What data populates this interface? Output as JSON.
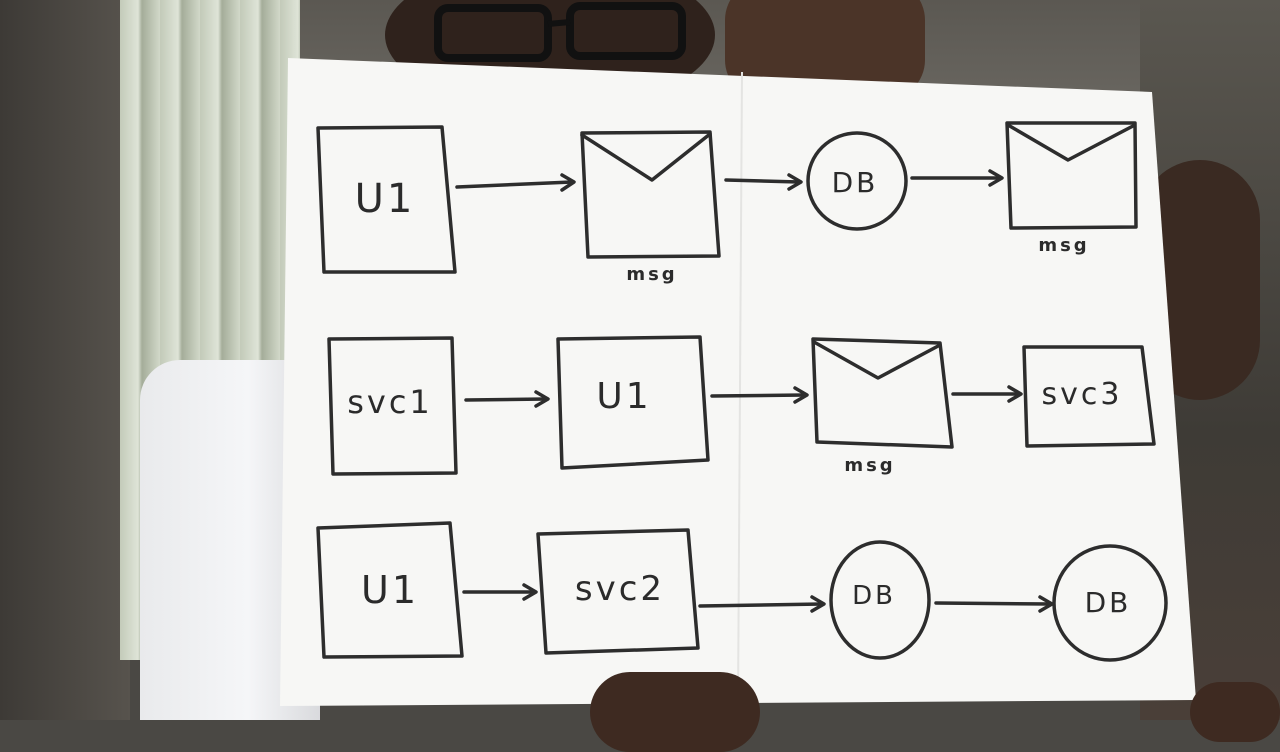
{
  "colors": {
    "paper": "#f7f7f5",
    "ink": "#2d2d2d",
    "background": "#4a4844"
  },
  "icons": [
    "envelope-icon",
    "database-circle",
    "arrow"
  ],
  "rows": [
    {
      "nodes": [
        {
          "kind": "box",
          "label": "U1"
        },
        {
          "kind": "envelope",
          "caption": "msg"
        },
        {
          "kind": "circle",
          "label": "DB"
        },
        {
          "kind": "envelope",
          "caption": "msg"
        }
      ]
    },
    {
      "nodes": [
        {
          "kind": "box",
          "label": "svc1"
        },
        {
          "kind": "box",
          "label": "U1"
        },
        {
          "kind": "envelope",
          "caption": "msg"
        },
        {
          "kind": "box",
          "label": "svc3"
        }
      ]
    },
    {
      "nodes": [
        {
          "kind": "box",
          "label": "U1"
        },
        {
          "kind": "box",
          "label": "svc2"
        },
        {
          "kind": "circle",
          "label": "DB"
        },
        {
          "kind": "circle",
          "label": "DB"
        }
      ]
    }
  ]
}
